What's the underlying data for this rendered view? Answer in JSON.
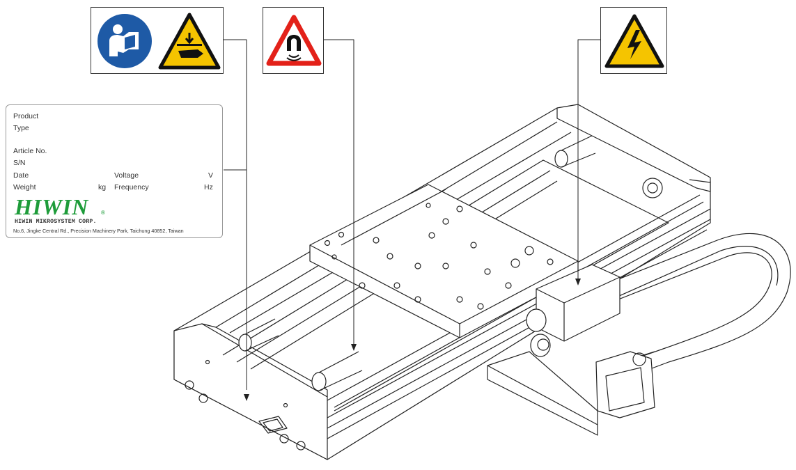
{
  "colors": {
    "mandatory_blue": "#1e5aa6",
    "warning_yellow": "#f5c400",
    "prohibition_red": "#e32119",
    "brand_green": "#1e9c3a",
    "line": "#222222"
  },
  "pictograms": [
    {
      "icon": "read-manual-icon"
    },
    {
      "icon": "hand-crush-warning-icon"
    },
    {
      "icon": "magnetic-field-warning-icon"
    },
    {
      "icon": "electrical-voltage-warning-icon"
    }
  ],
  "nameplate": {
    "product_label": "Product",
    "type_label": "Type",
    "article_label": "Article No.",
    "sn_label": "S/N",
    "date_label": "Date",
    "voltage_label": "Voltage",
    "voltage_unit": "V",
    "weight_label": "Weight",
    "weight_unit": "kg",
    "frequency_label": "Frequency",
    "frequency_unit": "Hz",
    "logo_text": "HIWIN",
    "logo_mark": "®",
    "company": "HIWIN MIKROSYSTEM CORP.",
    "address": "No.6, Jingke Central Rd., Precision Machinery Park, Taichung 40852, Taiwan"
  }
}
